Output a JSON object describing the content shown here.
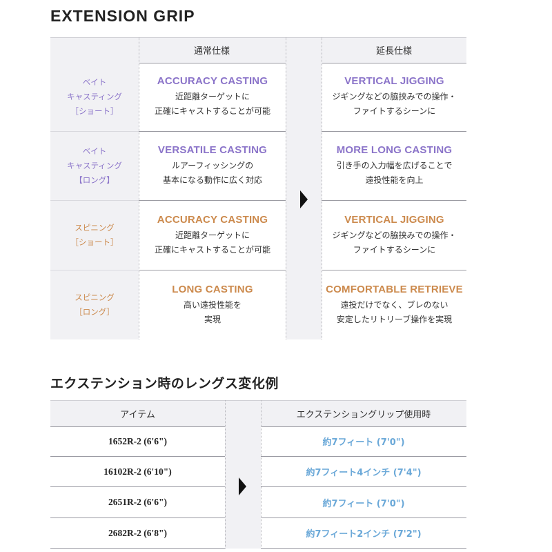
{
  "section1": {
    "title": "EXTENSION GRIP",
    "header": {
      "normal": "通常仕様",
      "extended": "延長仕様"
    },
    "rows": [
      {
        "category": [
          "ベイト",
          "キャスティング",
          "［ショート］"
        ],
        "normal_title": "ACCURACY CASTING",
        "normal_desc": [
          "近距離ターゲットに",
          "正確にキャストすることが可能"
        ],
        "ext_title": "VERTICAL JIGGING",
        "ext_desc": [
          "ジギングなどの脇挟みでの操作・",
          "ファイトするシーンに"
        ]
      },
      {
        "category": [
          "ベイト",
          "キャスティング",
          "【ロング】"
        ],
        "normal_title": "VERSATILE CASTING",
        "normal_desc": [
          "ルアーフィッシングの",
          "基本になる動作に広く対応"
        ],
        "ext_title": "MORE LONG CASTING",
        "ext_desc": [
          "引き手の入力幅を広げることで",
          "遠投性能を向上"
        ]
      },
      {
        "category": [
          "スピニング",
          "［ショート］"
        ],
        "normal_title": "ACCURACY CASTING",
        "normal_desc": [
          "近距離ターゲットに",
          "正確にキャストすることが可能"
        ],
        "ext_title": "VERTICAL JIGGING",
        "ext_desc": [
          "ジギングなどの脇挟みでの操作・",
          "ファイトするシーンに"
        ]
      },
      {
        "category": [
          "スピニング",
          "［ロング］"
        ],
        "normal_title": "LONG CASTING",
        "normal_desc": [
          "高い遠投性能を",
          "実現"
        ],
        "ext_title": "COMFORTABLE RETRIEVE",
        "ext_desc": [
          "遠投だけでなく、ブレのない",
          "安定したリトリーブ操作を実現"
        ]
      }
    ],
    "colors": {
      "bait": "#8b74c9",
      "spinning": "#cc8a4d"
    }
  },
  "section2": {
    "title": "エクステンション時のレングス変化例",
    "header": {
      "item": "アイテム",
      "ext": "エクステンショングリップ使用時"
    },
    "rows": [
      {
        "item": "1652R-2 (6'6\")",
        "ext": "約7フィート (7'0\")"
      },
      {
        "item": "16102R-2 (6'10\")",
        "ext": "約7フィート4インチ (7'4\")"
      },
      {
        "item": "2651R-2 (6'6\")",
        "ext": "約7フィート (7'0\")"
      },
      {
        "item": "2682R-2 (6'8\")",
        "ext": "約7フィート2インチ (7'2\")"
      }
    ],
    "colors": {
      "ext_text": "#6aa8d8"
    }
  }
}
